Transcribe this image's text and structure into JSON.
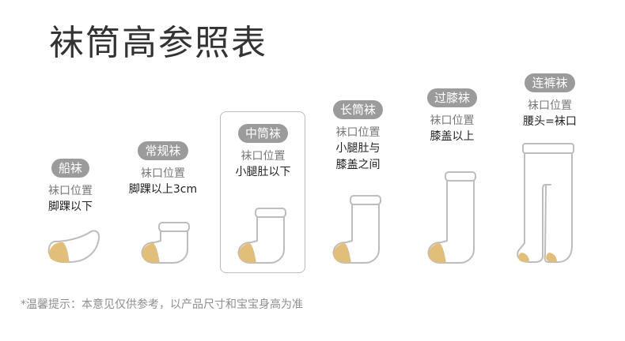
{
  "title": "袜筒高参照表",
  "colors": {
    "pill": "#9b9b9b",
    "outline": "#bdbdbd",
    "toe_heel": "#e2be7b",
    "text": "#333333"
  },
  "items": [
    {
      "name": "船袜",
      "caption": "袜口位置",
      "desc": [
        "脚踝以下"
      ]
    },
    {
      "name": "常规袜",
      "caption": "袜口位置",
      "desc": [
        "脚踝以上3cm"
      ]
    },
    {
      "name": "中筒袜",
      "caption": "袜口位置",
      "desc": [
        "小腿肚以下"
      ]
    },
    {
      "name": "长筒袜",
      "caption": "袜口位置",
      "desc": [
        "小腿肚与",
        "膝盖之间"
      ]
    },
    {
      "name": "过膝袜",
      "caption": "袜口位置",
      "desc": [
        "膝盖以上"
      ]
    },
    {
      "name": "连裤袜",
      "caption": "袜口位置",
      "desc": [
        "腰头=袜口"
      ]
    }
  ],
  "note": "*温馨提示：本意见仅供参考，以产品尺寸和宝宝身高为准"
}
